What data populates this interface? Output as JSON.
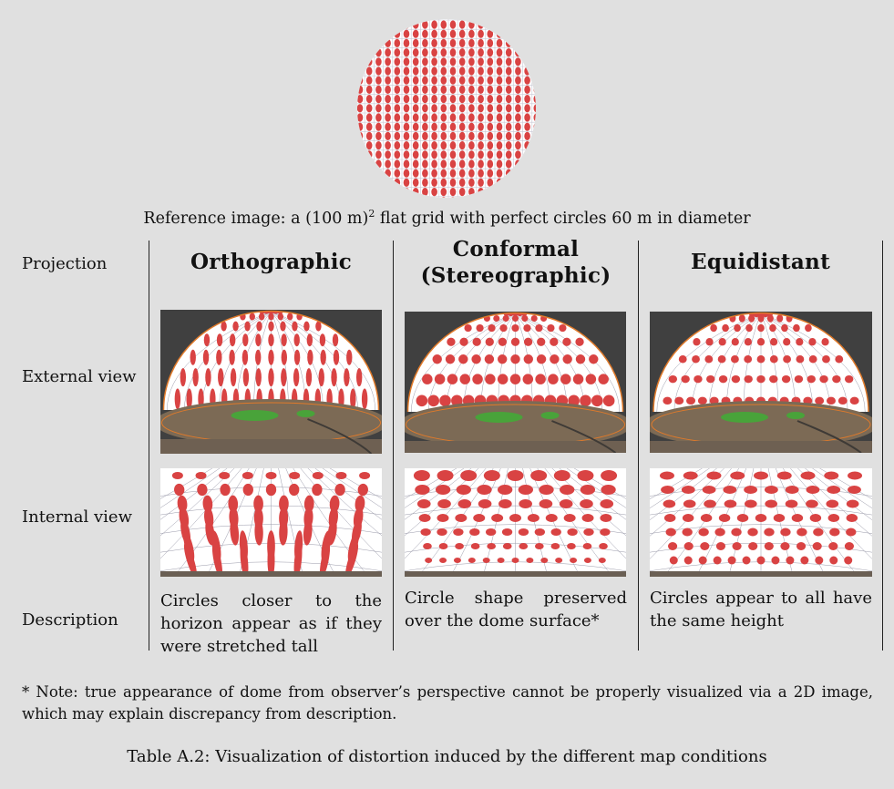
{
  "reference": {
    "caption_pre": "Reference image: a (100 m)",
    "caption_sup": "2",
    "caption_post": " flat grid with perfect circles 60 m in diameter"
  },
  "rows": {
    "projection": "Projection",
    "external": "External view",
    "internal": "Internal view",
    "description": "Description"
  },
  "columns": [
    {
      "title_line1": "Orthographic",
      "title_line2": "",
      "description": "Circles closer to the horizon appear as if they were stretched tall"
    },
    {
      "title_line1": "Conformal",
      "title_line2": "(Stereographic)",
      "description": "Circle shape preserved over the dome surface*"
    },
    {
      "title_line1": "Equidistant",
      "title_line2": "",
      "description": "Circles appear to all have the same height"
    }
  ],
  "note": "* Note: true appearance of dome from observer’s perspective cannot be properly visualized via a 2D image, which may explain discrepancy from description.",
  "table_caption": "Table A.2: Visualization of distortion induced by the different map conditions",
  "colors": {
    "dot_red": "#d94343",
    "sky_dark": "#404040",
    "ground_brown": "#7c6a55",
    "grass_green": "#49a33a",
    "rim_orange": "#e07a2a"
  }
}
